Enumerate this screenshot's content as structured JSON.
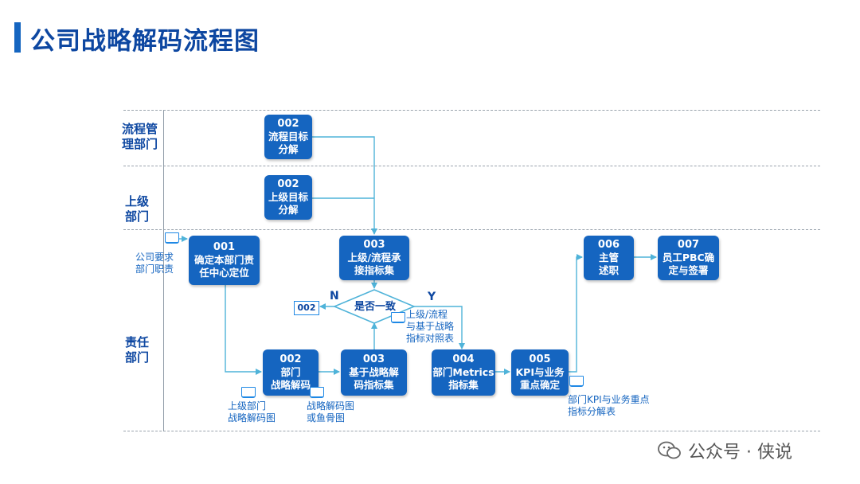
{
  "title": "公司战略解码流程图",
  "lanes": [
    {
      "label_line1": "流程管",
      "label_line2": "理部门"
    },
    {
      "label_line1": "上级",
      "label_line2": "部门"
    },
    {
      "label_line1": "责任",
      "label_line2": "部门"
    }
  ],
  "boxes": {
    "b002_process": {
      "code": "002",
      "line1": "流程目标",
      "line2": "分解"
    },
    "b002_superior": {
      "code": "002",
      "line1": "上级目标",
      "line2": "分解"
    },
    "b001": {
      "code": "001",
      "line1": "确定本部门责",
      "line2": "任中心定位"
    },
    "b003_top": {
      "code": "003",
      "line1": "上级/流程承",
      "line2": "接指标集"
    },
    "b006": {
      "code": "006",
      "line1": "主管",
      "line2": "述职"
    },
    "b007": {
      "code": "007",
      "line1": "员工PBC确",
      "line2": "定与签署"
    },
    "b002_dept": {
      "code": "002",
      "line1": "部门",
      "line2": "战略解码"
    },
    "b003_bottom": {
      "code": "003",
      "line1": "基于战略解",
      "line2": "码指标集"
    },
    "b004": {
      "code": "004",
      "line1": "部门Metrics",
      "line2": "指标集"
    },
    "b005": {
      "code": "005",
      "line1": "KPI与业务",
      "line2": "重点确定"
    }
  },
  "decision": {
    "label": "是否一致",
    "no": "N",
    "yes": "Y",
    "back_ref": "002"
  },
  "notes": {
    "company_req": {
      "line1": "公司要求",
      "line2": "部门职责"
    },
    "comparison": {
      "line1": "上级/流程",
      "line2": "与基于战略",
      "line3": "指标对照表"
    },
    "superior_map": {
      "line1": "上级部门",
      "line2": "战略解码图"
    },
    "decode_map": {
      "line1": "战略解码图",
      "line2": "或鱼骨图"
    },
    "kpi_table": {
      "line1": "部门KPI与业务重点",
      "line2": "指标分解表"
    }
  },
  "watermark": {
    "text": "公众号 · 侠说"
  },
  "colors": {
    "box": "#1565c0",
    "arrow": "#4fb3d9",
    "title": "#0d47a1"
  }
}
